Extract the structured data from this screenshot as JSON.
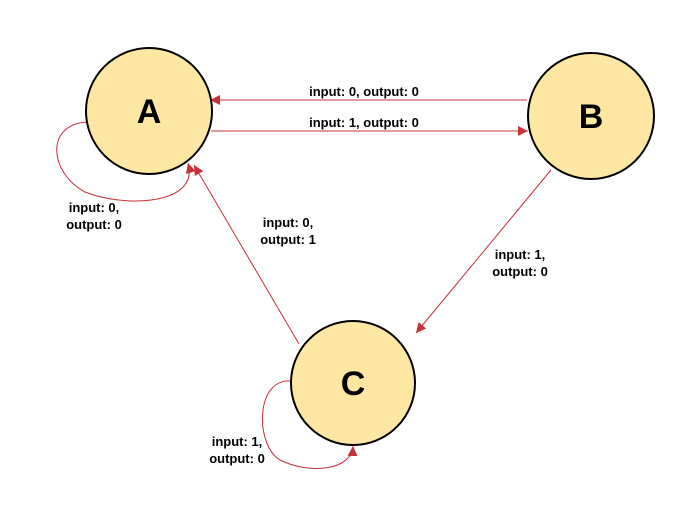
{
  "colors": {
    "node_fill": "#fde7a3",
    "node_stroke": "#000000",
    "edge_stroke": "#c8303a"
  },
  "nodes": {
    "A": {
      "label": "A"
    },
    "B": {
      "label": "B"
    },
    "C": {
      "label": "C"
    }
  },
  "edges": {
    "b_to_a": {
      "from": "B",
      "to": "A",
      "label": "input: 0, output: 0"
    },
    "a_to_b": {
      "from": "A",
      "to": "B",
      "label": "input: 1, output: 0"
    },
    "a_self": {
      "from": "A",
      "to": "A",
      "label_line1": "input: 0,",
      "label_line2": "output: 0"
    },
    "c_to_a": {
      "from": "C",
      "to": "A",
      "label_line1": "input: 0,",
      "label_line2": "output: 1"
    },
    "b_to_c": {
      "from": "B",
      "to": "C",
      "label_line1": "input: 1,",
      "label_line2": "output: 0"
    },
    "c_self": {
      "from": "C",
      "to": "C",
      "label_line1": "input: 1,",
      "label_line2": "output: 0"
    }
  }
}
